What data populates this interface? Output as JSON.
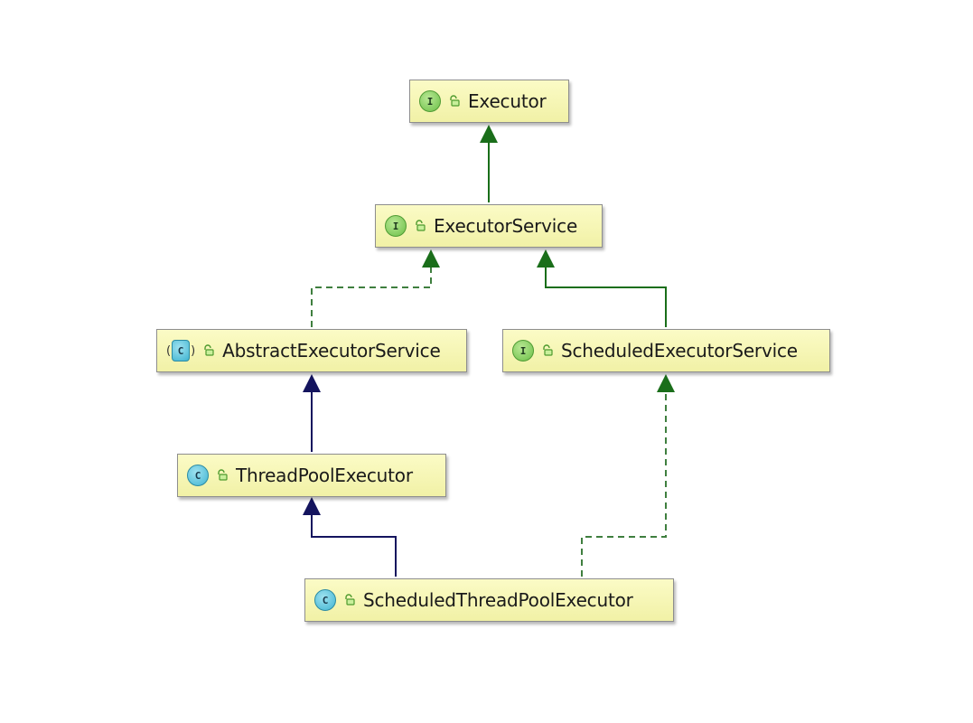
{
  "diagram": {
    "nodes": {
      "executor": {
        "kind": "I",
        "label": "Executor"
      },
      "executor_service": {
        "kind": "I",
        "label": "ExecutorService"
      },
      "abstract_executor_service": {
        "kind": "C",
        "label": "AbstractExecutorService"
      },
      "scheduled_executor_service": {
        "kind": "I",
        "label": "ScheduledExecutorService"
      },
      "thread_pool_executor": {
        "kind": "C",
        "label": "ThreadPoolExecutor"
      },
      "scheduled_thread_pool_executor": {
        "kind": "C",
        "label": "ScheduledThreadPoolExecutor"
      }
    },
    "edges": [
      {
        "from": "ExecutorService",
        "to": "Executor",
        "style": "solid",
        "color": "#1a6e1a"
      },
      {
        "from": "AbstractExecutorService",
        "to": "ExecutorService",
        "style": "dashed",
        "color": "#1a6e1a"
      },
      {
        "from": "ScheduledExecutorService",
        "to": "ExecutorService",
        "style": "solid",
        "color": "#1a6e1a"
      },
      {
        "from": "ThreadPoolExecutor",
        "to": "AbstractExecutorService",
        "style": "solid",
        "color": "#14145e"
      },
      {
        "from": "ScheduledThreadPoolExecutor",
        "to": "ThreadPoolExecutor",
        "style": "solid",
        "color": "#14145e"
      },
      {
        "from": "ScheduledThreadPoolExecutor",
        "to": "ScheduledExecutorService",
        "style": "dashed",
        "color": "#1a6e1a"
      }
    ],
    "colors": {
      "interface_edge": "#1a6e1a",
      "class_edge": "#14145e",
      "node_fill": "#f6f6b4",
      "interface_badge": "#6bbf47",
      "class_badge": "#3fb4d1"
    }
  }
}
